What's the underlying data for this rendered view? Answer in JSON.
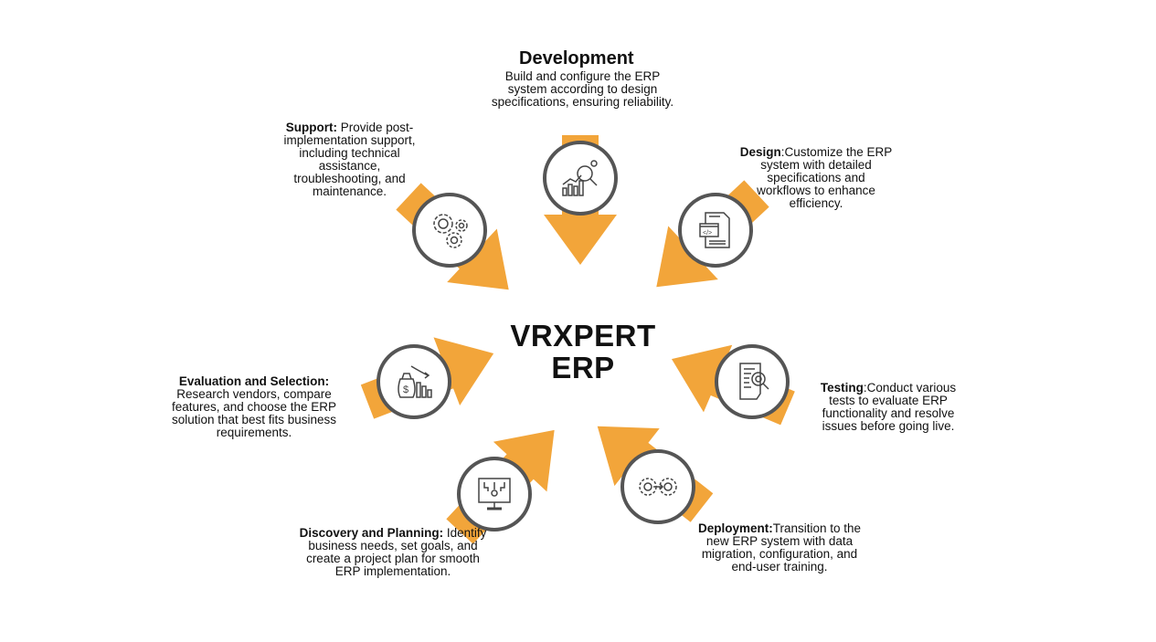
{
  "center": {
    "line1": "VRXPERT",
    "line2": "ERP"
  },
  "colors": {
    "arrow": "#f2a53a",
    "ring": "#555555"
  },
  "stages": {
    "development": {
      "title": "Development",
      "desc": "Build and configure the ERP system according to design specifications, ensuring reliability.",
      "icon": "analytics-search-icon"
    },
    "design": {
      "title": "Design",
      "desc": ":Customize the ERP system with detailed specifications and workflows to enhance efficiency.",
      "icon": "code-document-icon"
    },
    "testing": {
      "title": "Testing",
      "desc": ":Conduct various tests to evaluate ERP functionality and resolve issues before going live.",
      "icon": "document-inspect-icon"
    },
    "deployment": {
      "title": "Deployment:",
      "desc": "Transition to the new ERP system with data migration, configuration, and end-user training.",
      "icon": "gear-transfer-icon"
    },
    "discovery": {
      "title": "Discovery and Planning:",
      "desc": " Identify business needs, set goals, and create a project plan for smooth ERP implementation.",
      "icon": "monitor-circuit-icon"
    },
    "evaluation": {
      "title": "Evaluation and Selection:",
      "desc": " Research vendors, compare features, and choose the ERP solution that best fits business requirements.",
      "icon": "money-chart-icon"
    },
    "support": {
      "title": "Support:",
      "desc": " Provide post-implementation support, including technical assistance, troubleshooting, and maintenance.",
      "icon": "gears-icon"
    }
  }
}
